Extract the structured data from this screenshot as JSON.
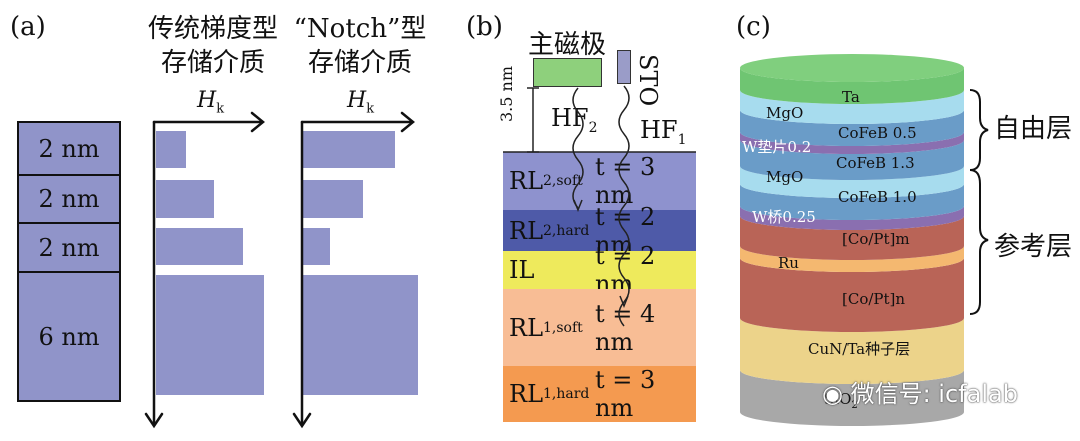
{
  "panel_a": {
    "label": "(a)",
    "header_gradient": [
      "传统梯度型",
      "存储介质"
    ],
    "header_notch": [
      "“Notch”型",
      "存储介质"
    ],
    "axis_symbol": "H",
    "axis_sub": "k",
    "layers": [
      "2 nm",
      "2 nm",
      "2 nm",
      "6 nm"
    ],
    "colors": {
      "layer": "#9094c9"
    }
  },
  "panel_b": {
    "label": "(b)",
    "pole_label": "主磁极",
    "sto_label": "STO",
    "gap_label": "3.5 nm",
    "hf2": "HF",
    "hf2_sub": "2",
    "hf1": "HF",
    "hf1_sub": "1",
    "layers": [
      {
        "name": "RL",
        "sub": "2,soft",
        "t": "t = 3 nm",
        "color": "#8e92ce"
      },
      {
        "name": "RL",
        "sub": "2,hard",
        "t": "t = 2 nm",
        "color": "#4e5aa8"
      },
      {
        "name": "IL",
        "sub": "",
        "t": "t = 2 nm",
        "color": "#eeea5c"
      },
      {
        "name": "RL",
        "sub": "1,soft",
        "t": "t = 4 nm",
        "color": "#f8bd95"
      },
      {
        "name": "RL",
        "sub": "1,hard",
        "t": "t = 3 nm",
        "color": "#f49a50"
      }
    ],
    "colors": {
      "pole": "#8ed07c",
      "sto": "#9a9cc8"
    }
  },
  "panel_c": {
    "label": "(c)",
    "labels": {
      "ta": "Ta",
      "mgo1": "MgO",
      "cofeb05": "CoFeB 0.5",
      "w02": "W垫片0.2",
      "cofeb13": "CoFeB 1.3",
      "mgo2": "MgO",
      "cofeb10": "CoFeB 1.0",
      "w025": "W桥0.25",
      "copt_m": "[Co/Pt]m",
      "ru": "Ru",
      "copt_n": "[Co/Pt]n",
      "seed": "CuN/Ta种子层",
      "sio2": "SiO",
      "sio2_sub": "2"
    },
    "free_layer": "自由层",
    "ref_layer": "参考层",
    "colors": {
      "ta": "#6fc572",
      "mgo": "#a7dcee",
      "cofeb": "#6a9cc8",
      "w": "#8a6fb0",
      "copt": "#b96457",
      "ru": "#f4b870",
      "seed": "#ecd38a",
      "sio2": "#a8a8a8"
    }
  },
  "watermark": "微信号: icfalab"
}
